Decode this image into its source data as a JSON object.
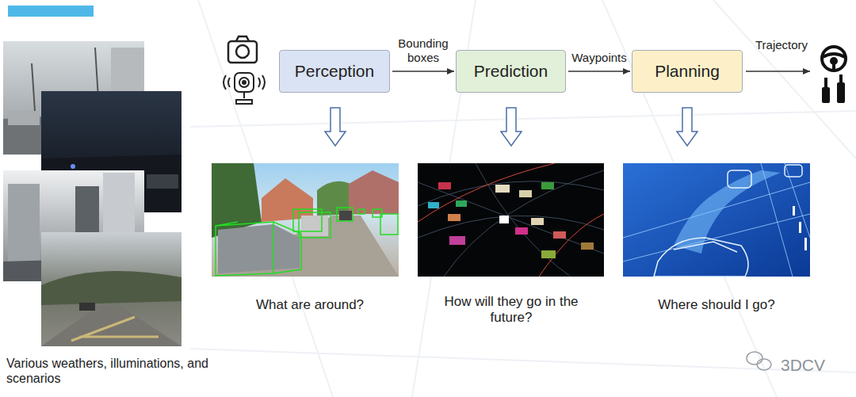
{
  "diagram": {
    "nodes": [
      {
        "text": [
          "Perception"
        ]
      },
      {
        "text": [
          "Prediction"
        ]
      },
      {
        "text": [
          "Planning"
        ]
      }
    ],
    "edges": [
      {
        "from": 0,
        "to": 1,
        "label": "Bounding boxes",
        "arrow": "to"
      },
      {
        "from": 1,
        "to": 2,
        "label": "Waypoints",
        "arrow": "to"
      }
    ],
    "labels": [
      "Trajectory",
      "What are around?",
      "How will they go in the future?",
      "Where should I go?",
      "Various weathers, illuminations, and scenarios",
      "3DCV"
    ]
  }
}
